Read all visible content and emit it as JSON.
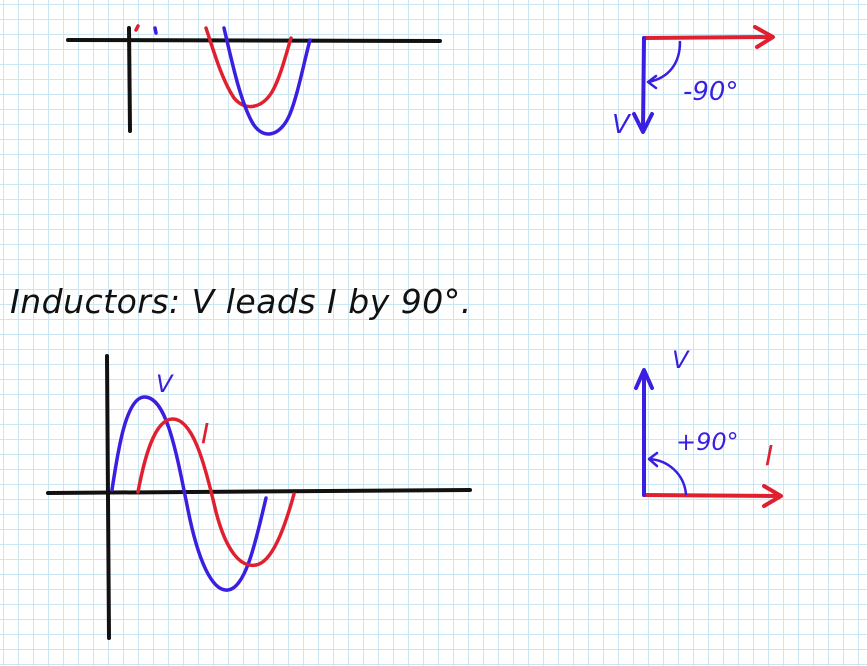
{
  "heading": "Inductors: V leads I by 90°.",
  "top_phasor": {
    "angle_label": "-90°",
    "voltage_label": "V"
  },
  "bottom_wave": {
    "voltage_label": "V",
    "current_label": "I"
  },
  "bottom_phasor": {
    "angle_label": "+90°",
    "voltage_label": "V",
    "current_label": "I"
  },
  "colors": {
    "voltage": "#3a1fe0",
    "current": "#e0202f",
    "axes": "#111111",
    "grid": "#c9e6f2"
  }
}
